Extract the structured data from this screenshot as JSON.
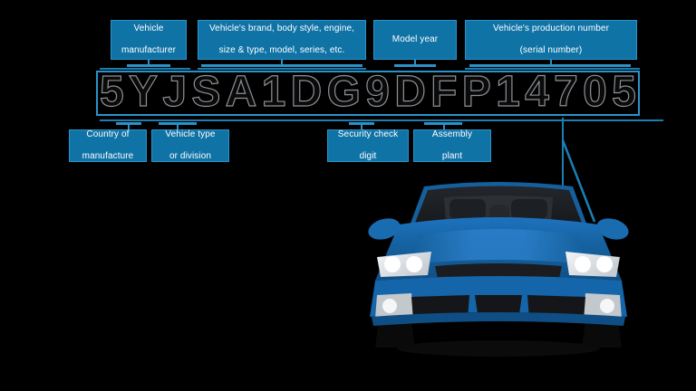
{
  "diagram": {
    "title": "VIN breakdown diagram",
    "vin": "5YJSA1DG9DFP14705",
    "vin_characters": [
      "5",
      "Y",
      "J",
      "S",
      "A",
      "1",
      "D",
      "G",
      "9",
      "D",
      "F",
      "P",
      "1",
      "4",
      "7",
      "0",
      "5"
    ],
    "colors": {
      "box_fill": "#1073a6",
      "box_border": "#2a93c9",
      "leader_line": "#2a93c9",
      "pointer_line": "#1b7fb5",
      "background": "#000000",
      "vin_glyph_stroke": "#8d9196",
      "car_body": "#1565ab"
    }
  },
  "top_labels": [
    {
      "id": "vehicle-manufacturer",
      "line1": "Vehicle",
      "line2": "manufacturer"
    },
    {
      "id": "vehicle-descriptor",
      "line1": "Vehicle's brand, body style, engine,",
      "line2": "size & type, model, series, etc."
    },
    {
      "id": "model-year",
      "line1": "Model year",
      "line2": ""
    },
    {
      "id": "production-number",
      "line1": "Vehicle's production number",
      "line2": "(serial number)"
    }
  ],
  "bottom_labels": [
    {
      "id": "country-of-manufacture",
      "line1": "Country of",
      "line2": "manufacture"
    },
    {
      "id": "vehicle-type",
      "line1": "Vehicle type",
      "line2": "or division"
    },
    {
      "id": "security-check-digit",
      "line1": "Security check",
      "line2": "digit"
    },
    {
      "id": "assembly-plant",
      "line1": "Assembly",
      "line2": "plant"
    }
  ],
  "car": {
    "name": "blue sedan front view",
    "vin_plate_on_dashboard": "dashboard VIN plate"
  }
}
